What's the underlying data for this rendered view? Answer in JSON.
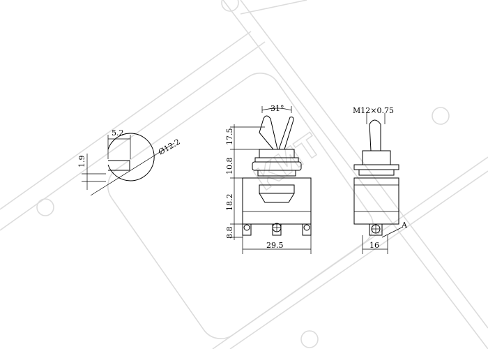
{
  "watermark": {
    "text": "КИТ",
    "color": "#dcdcdc"
  },
  "hole_view": {
    "slot_width": "5.2",
    "slot_depth": "1.9",
    "diameter": "Ø12.2"
  },
  "front_view": {
    "angle": "31°",
    "lever_height": "17.5",
    "bushing_height": "10.8",
    "body_height": "18.2",
    "terminal_height": "8.8",
    "width": "29.5"
  },
  "side_view": {
    "thread": "M12×0.75",
    "width": "16",
    "detail_label": "A"
  },
  "colors": {
    "line": "#000000",
    "background": "#ffffff"
  }
}
